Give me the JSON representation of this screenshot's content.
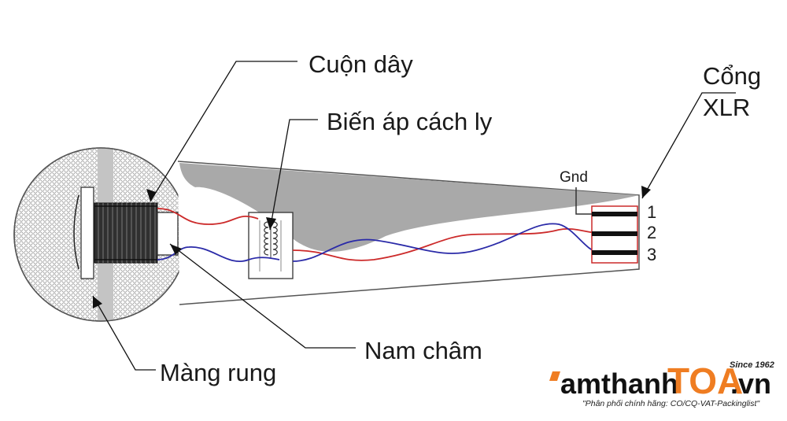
{
  "labels": {
    "coil": "Cuộn dây",
    "transformer": "Biến áp cách ly",
    "port_line1": "Cổng",
    "port_line2": "XLR",
    "ground": "Gnd",
    "magnet": "Nam châm",
    "diaphragm": "Màng rung",
    "pins": [
      "1",
      "2",
      "3"
    ]
  },
  "logo": {
    "prefix": "amthanh",
    "brand": "TOA",
    "suffix": ".vn",
    "since": "Since 1962",
    "tagline": "\"Phân phối chính hãng: CO/CQ-VAT-Packinglist\"",
    "brand_color": "#ef7d22"
  },
  "colors": {
    "wire_red": "#cc2a2a",
    "wire_blue": "#2a2aa8",
    "shade": "#a9a9a9"
  }
}
